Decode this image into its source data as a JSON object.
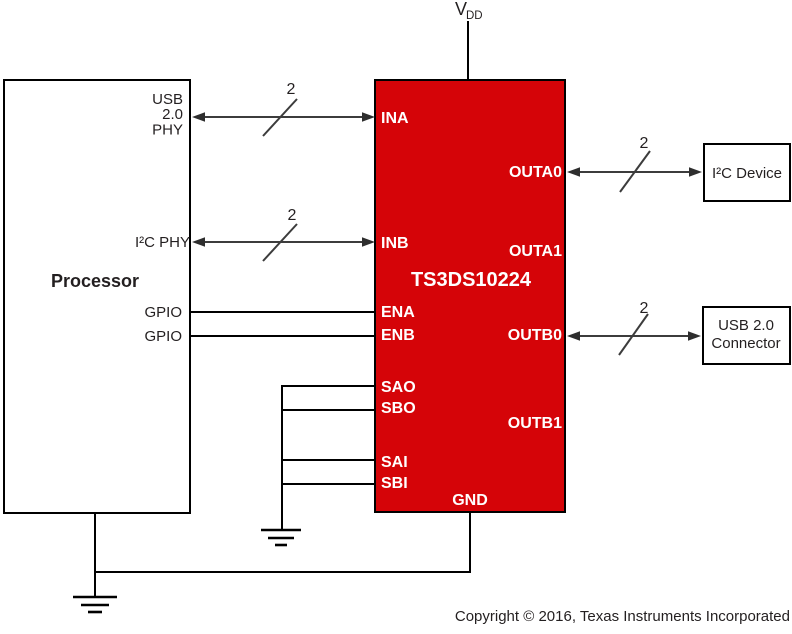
{
  "colors": {
    "chip_red": "#d50408",
    "wire_black": "#000000",
    "arrow_gray": "#3c3c3c",
    "chip_text": "#ffffff"
  },
  "power": {
    "vdd_label": "V",
    "vdd_subscript": "DD"
  },
  "processor": {
    "title": "Processor",
    "usb_phy": [
      "USB",
      "2.0",
      "PHY"
    ],
    "i2c_phy": "I²C PHY",
    "gpio_a": "GPIO",
    "gpio_b": "GPIO"
  },
  "chip": {
    "part_number": "TS3DS10224",
    "pins": {
      "ina": "INA",
      "inb": "INB",
      "ena": "ENA",
      "enb": "ENB",
      "sao": "SAO",
      "sbo": "SBO",
      "sai": "SAI",
      "sbi": "SBI",
      "outa0": "OUTA0",
      "outa1": "OUTA1",
      "outb0": "OUTB0",
      "outb1": "OUTB1",
      "gnd": "GND"
    }
  },
  "devices": {
    "i2c_device": "I²C Device",
    "usb_connector": [
      "USB 2.0",
      "Connector"
    ]
  },
  "buses": {
    "ina_width": "2",
    "inb_width": "2",
    "outa0_width": "2",
    "outb0_width": "2"
  },
  "footer": {
    "copyright": "Copyright © 2016, Texas Instruments Incorporated"
  }
}
